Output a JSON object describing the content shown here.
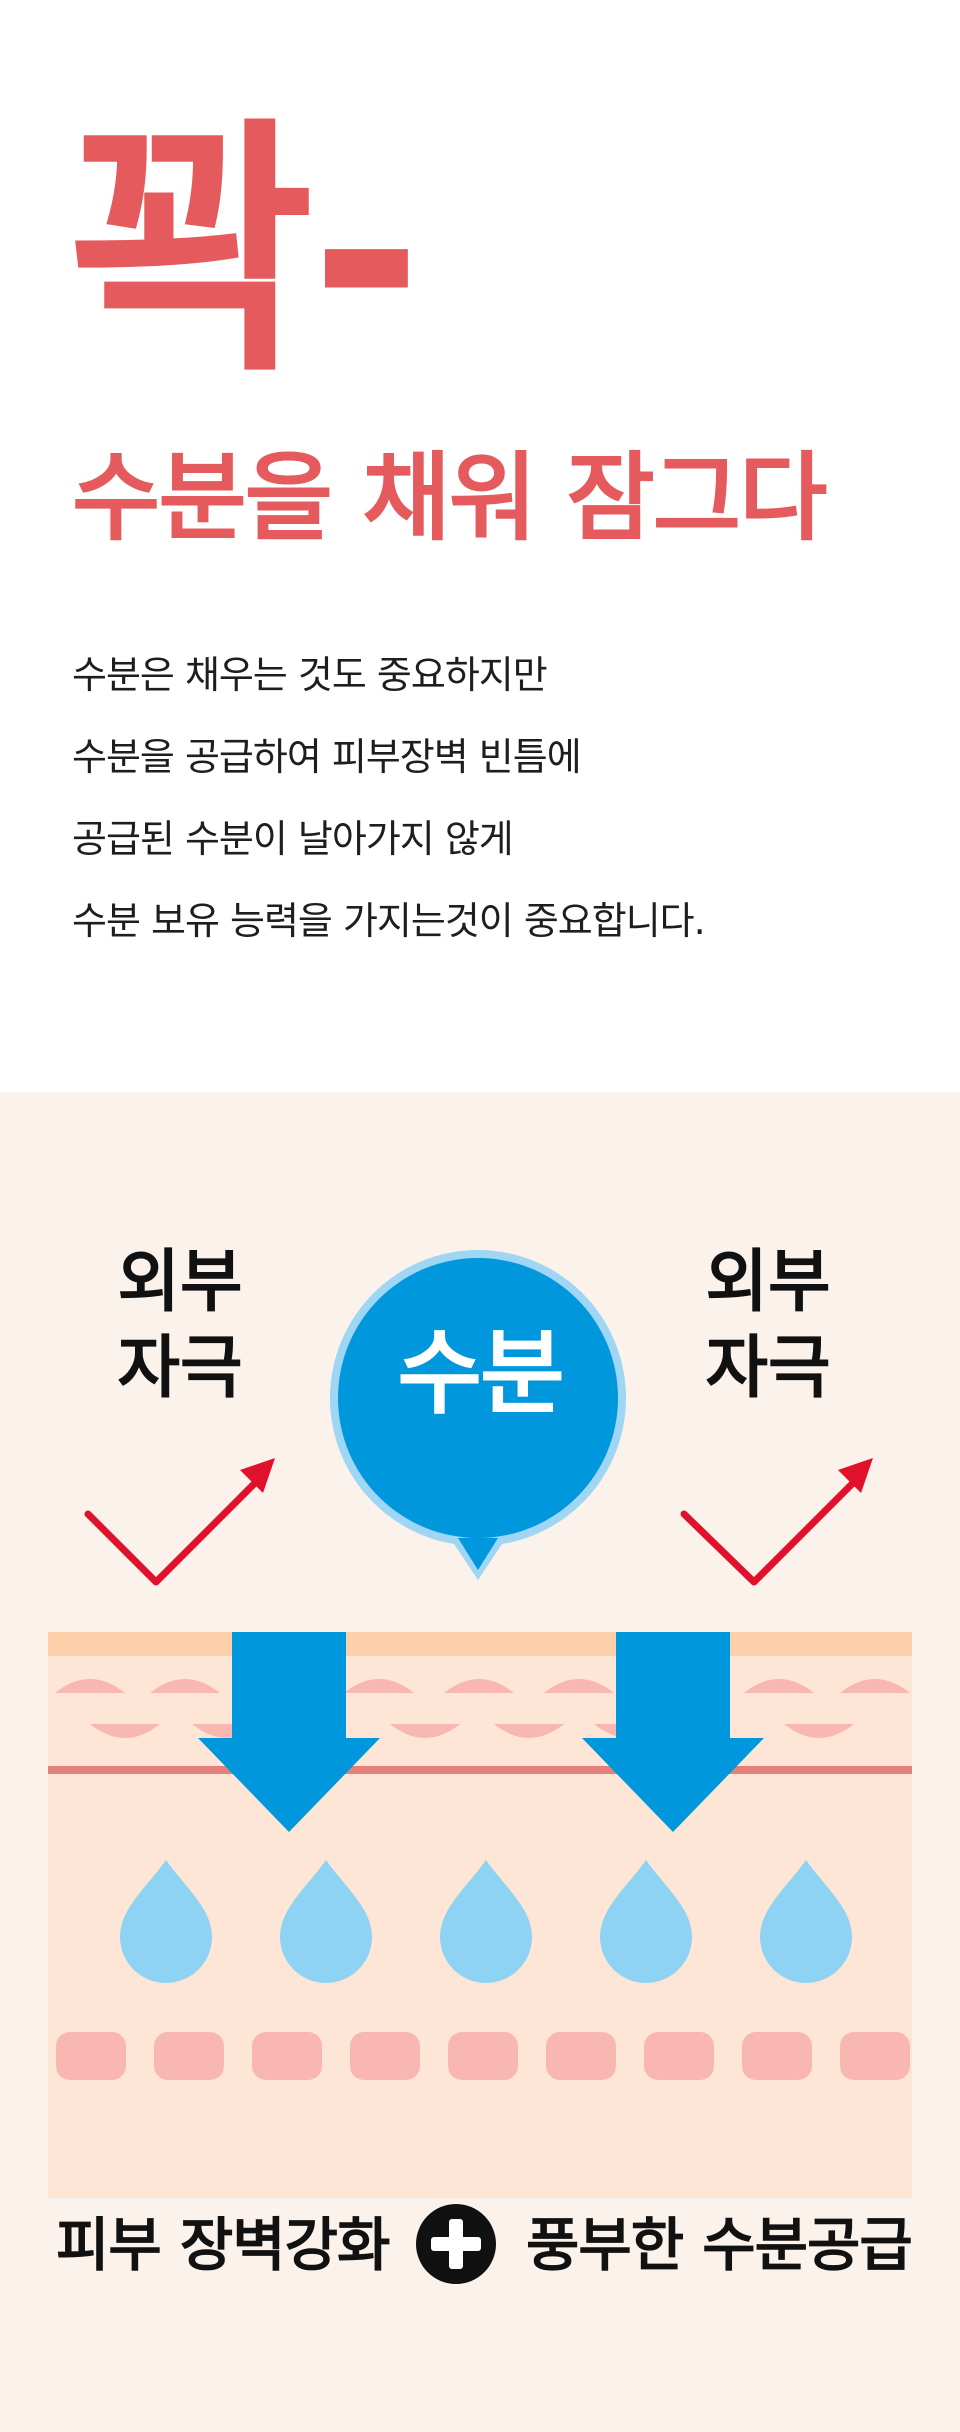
{
  "intro": {
    "title": "꽉-",
    "subtitle": "수분을 채워 잠그다",
    "lines": [
      "수분은 채우는 것도 중요하지만",
      "수분을 공급하여 피부장벽 빈틈에",
      "공급된 수분이 날아가지 않게",
      "수분 보유 능력을 가지는것이 중요합니다."
    ]
  },
  "diagram": {
    "stimulus_left": "외부\n자극",
    "stimulus_right": "외부\n자극",
    "water_bubble": "수분",
    "icons": [
      "arrow-up-right-icon",
      "down-arrow-icon",
      "water-drop-icon",
      "speech-bubble-icon"
    ]
  },
  "footer": {
    "left_label": "피부 장벽강화",
    "right_label": "풍부한 수분공급",
    "plus_icon": "plus-circle-icon"
  },
  "colors": {
    "accent": "#e55a5c",
    "water_blue": "#0097dc",
    "drop_blue": "#8fd3f4",
    "arrow_red": "#e0112b",
    "skin_bg": "#fde6d6",
    "section_bg": "#fbf2ec"
  }
}
